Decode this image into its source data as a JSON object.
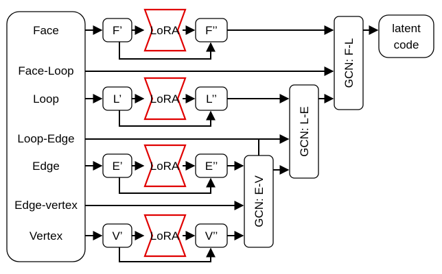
{
  "inputs": {
    "face": "Face",
    "face_loop": "Face-Loop",
    "loop": "Loop",
    "loop_edge": "Loop-Edge",
    "edge": "Edge",
    "edge_vertex": "Edge-vertex",
    "vertex": "Vertex"
  },
  "face_row": {
    "pre": "F’",
    "lora": "LoRA",
    "post": "F’’"
  },
  "loop_row": {
    "pre": "L’",
    "lora": "LoRA",
    "post": "L’’"
  },
  "edge_row": {
    "pre": "E’",
    "lora": "LoRA",
    "post": "E’’"
  },
  "vertex_row": {
    "pre": "V’",
    "lora": "LoRA",
    "post": "V’’"
  },
  "gcn": {
    "fl": "GCN: F-L",
    "le": "GCN: L-E",
    "ev": "GCN: E-V"
  },
  "output": {
    "line1": "latent",
    "line2": "code"
  },
  "colors": {
    "lora_stroke": "#e00000",
    "line": "#000000"
  }
}
